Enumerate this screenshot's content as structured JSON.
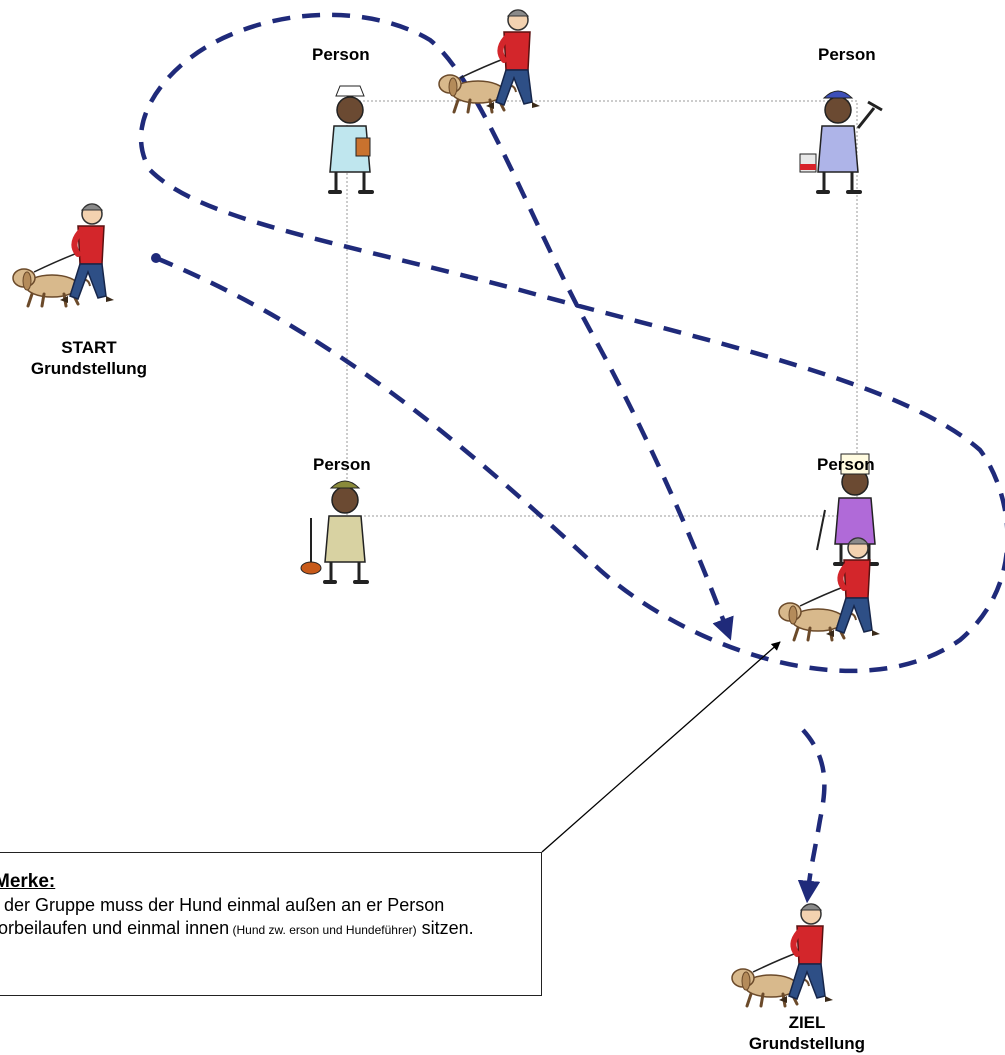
{
  "labels": {
    "person_top_left": "Person",
    "person_top_right": "Person",
    "person_bottom_left": "Person",
    "person_bottom_right": "Person",
    "start_line1": "START",
    "start_line2": "Grundstellung",
    "ziel_line1": "ZIEL",
    "ziel_line2": "Grundstellung"
  },
  "note": {
    "title": "Merke:",
    "text_part1": "n der Gruppe muss der Hund einmal außen an er Person vorbeilaufen und einmal innen",
    "text_small": " (Hund zw. erson und Hundeführer)",
    "text_part3": " sitzen."
  },
  "colors": {
    "path": "#1f2a7a",
    "grid_line": "#9a9a9a",
    "walker_shirt": "#d3262b",
    "walker_pants": "#2e4f86",
    "dog": "#d8b98c"
  }
}
